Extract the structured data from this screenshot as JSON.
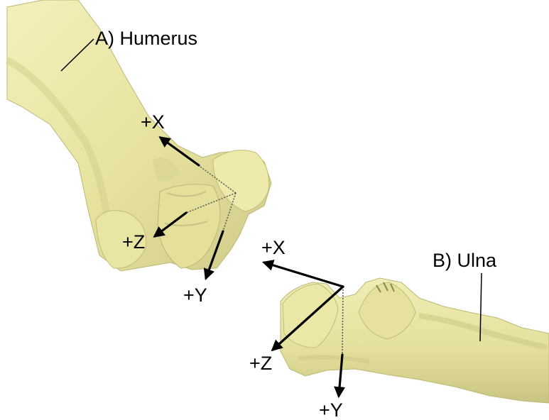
{
  "labels": {
    "humerus": "A) Humerus",
    "ulna": "B) Ulna"
  },
  "humerus_axes": {
    "x": "+X",
    "y": "+Y",
    "z": "+Z"
  },
  "ulna_axes": {
    "x": "+X",
    "y": "+Y",
    "z": "+Z"
  },
  "colors": {
    "bone": "#ece8a6",
    "bone_shadow": "#cdc886",
    "bone_highlight": "#f7f5cf",
    "axes": "#000000",
    "background": "#ffffff"
  }
}
